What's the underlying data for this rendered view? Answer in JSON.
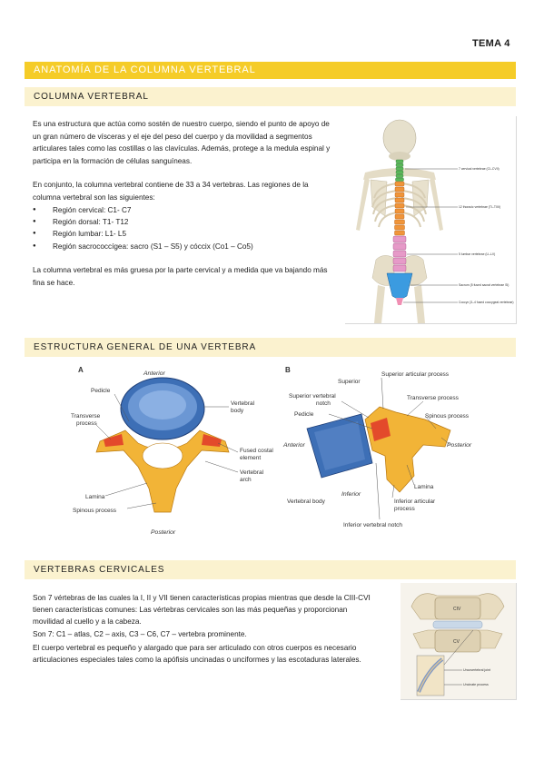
{
  "header": {
    "tema": "TEMA 4"
  },
  "main_title": "ANATOMÍA DE LA COLUMNA VERTEBRAL",
  "section1": {
    "title": "COLUMNA VERTEBRAL",
    "p1": "Es una estructura que actúa como sostén de nuestro cuerpo, siendo el punto de apoyo de un gran número de vísceras y el eje del peso del cuerpo y da movilidad a segmentos articulares tales como las costillas o las clavículas. Además, protege a la medula espinal y participa en la formación de células sanguíneas.",
    "p2": "En conjunto, la columna vertebral contiene de 33 a 34 vertebras. Las regiones de la columna vertebral son las siguientes:",
    "bullets": [
      "Región cervical: C1- C7",
      "Región dorsal: T1- T12",
      "Región lumbar: L1- L5",
      "Región sacrococcígea: sacro (S1 – S5) y cóccix (Co1 – Co5)"
    ],
    "p3": "La columna vertebral es más gruesa por la parte cervical y a medida que va bajando más fina se hace.",
    "figure_labels": [
      "7 cervical vertebrae (CI–CVII)",
      "12 thoracic vertebrae (TI–TXII)",
      "5 lumbar vertebrae (LI–LV)",
      "Sacrum (5 fused sacral vertebrae SI)",
      "Coccyx (3–4 fused coccygeal vertebrae)"
    ]
  },
  "section2": {
    "title": "ESTRUCTURA GENERAL DE UNA VERTEBRA",
    "figA": {
      "letter": "A",
      "anterior": "Anterior",
      "posterior": "Posterior",
      "pedicle": "Pedicle",
      "transverse": "Transverse",
      "process": "process",
      "vertebral": "Vertebral",
      "body": "body",
      "fused1": "Fused costal",
      "fused2": "element",
      "arch1": "Vertebral",
      "arch2": "arch",
      "lamina": "Lamina",
      "spinous": "Spinous process"
    },
    "figB": {
      "letter": "B",
      "superior": "Superior",
      "sup_articular": "Superior articular process",
      "sup_notch1": "Superior vertebral",
      "sup_notch2": "notch",
      "transverse": "Transverse process",
      "pedicle": "Pedicle",
      "spinous": "Spinous process",
      "anterior": "Anterior",
      "posterior": "Posterior",
      "lamina": "Lamina",
      "inferior": "Inferior",
      "vertebral_body": "Vertebral body",
      "inf_articular1": "Inferior articular",
      "inf_articular2": "process",
      "inf_notch": "Inferior vertebral notch"
    }
  },
  "section3": {
    "title": "VERTEBRAS CERVICALES",
    "p1": "Son 7 vértebras de las cuales la I, II y VII tienen características propias mientras que desde la CIII-CVI tienen características comunes: Las vértebras cervicales son las más pequeñas y proporcionan movilidad al cuello y a la cabeza.",
    "p2": "Son 7: C1 – atlas, C2 – axis, C3 – C6, C7 – vertebra prominente.",
    "p3": "El cuerpo vertebral es pequeño y alargado que para ser articulado con otros cuerpos es necesario articulaciones especiales tales como la apófisis uncinadas o unciformes y las escotaduras laterales.",
    "figure_labels": {
      "c4": "CIV",
      "c5": "CV",
      "joint": "Uncovertebral joint",
      "uncinate": "Uncinate process"
    }
  },
  "colors": {
    "accent_yellow": "#f5cc28",
    "light_yellow": "#fbf2cf",
    "bone": "#f0b840",
    "body_blue": "#3b6db8"
  }
}
